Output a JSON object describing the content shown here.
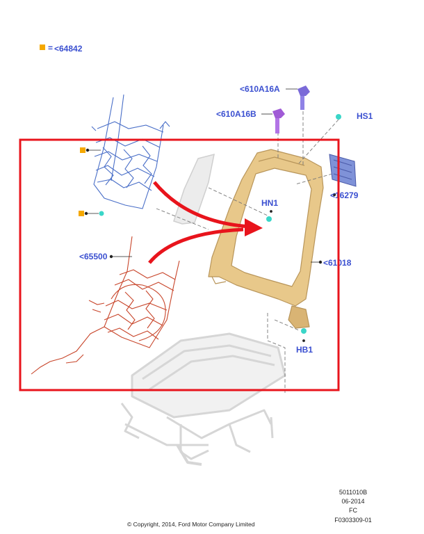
{
  "legend": {
    "symbol": "■",
    "equals": "=",
    "part": "<64842",
    "marker_color": "#f5a800"
  },
  "callouts": {
    "c610A16A": "<610A16A",
    "c610A16B": "<610A16B",
    "cHS1": "HS1",
    "cHN1": "HN1",
    "c16279": "<16279",
    "c65500": "<65500",
    "c61018": "<61018",
    "cHB1": "HB1"
  },
  "footer": {
    "code1": "5011010B",
    "date": "06-2014",
    "region": "FC",
    "ref": "F0303309-01",
    "copyright": "© Copyright, 2014, Ford Motor Company Limited"
  },
  "colors": {
    "callout_text": "#3a4fd0",
    "highlight_box": "#e8141c",
    "arrow": "#e8141c",
    "frame": "#e8c88a",
    "spring_mat": "#4a6fc8",
    "heater_mat": "#c8452a",
    "clip": "#3ad6c8",
    "bolt": "#7a6ad8"
  }
}
